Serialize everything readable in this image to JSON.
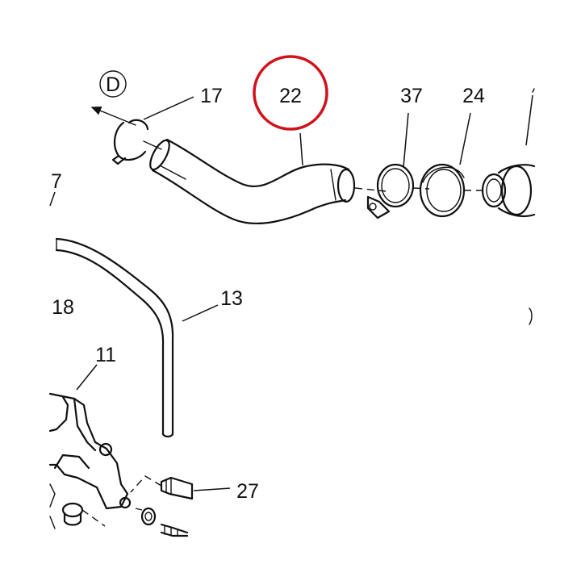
{
  "diagram": {
    "highlight_color": "#d0121b",
    "line_color": "#111111",
    "background_color": "#ffffff",
    "callouts": {
      "d": "D",
      "p17": "17",
      "p22": "22",
      "p37": "37",
      "p24": "24",
      "p7": "7",
      "p18": "18",
      "p13": "13",
      "p11": "11",
      "p27": "27"
    }
  }
}
